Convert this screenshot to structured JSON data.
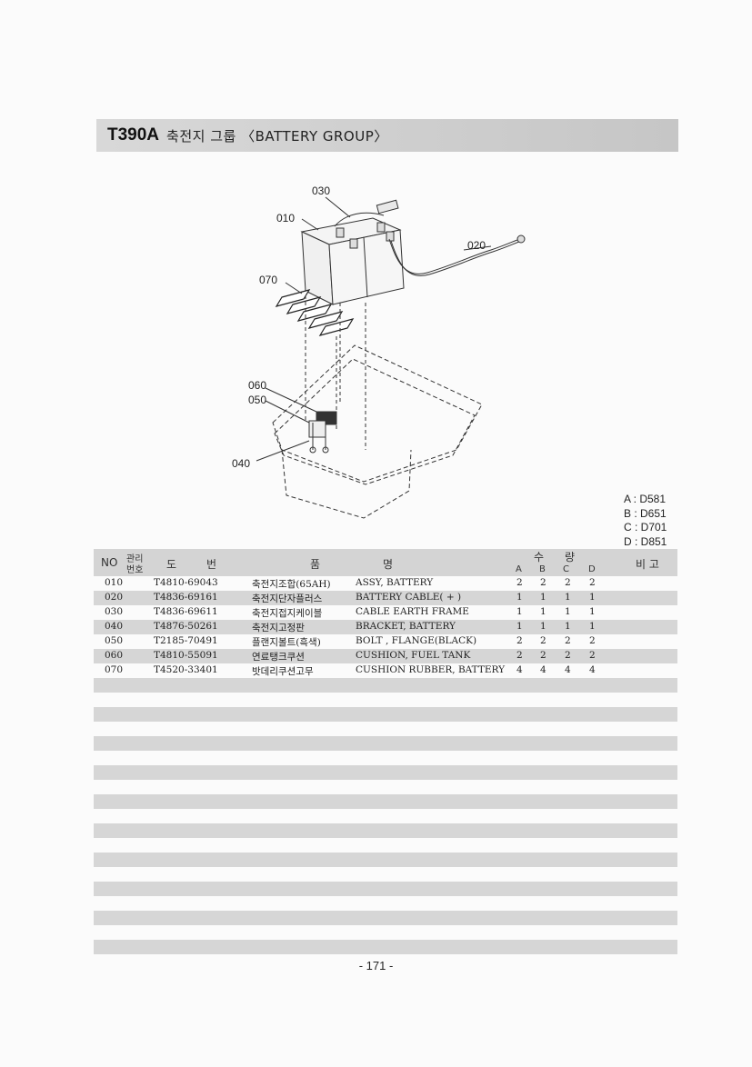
{
  "title": {
    "code": "T390A",
    "text": "축전지 그룹 〈BATTERY GROUP〉"
  },
  "diagram": {
    "callouts": [
      "030",
      "010",
      "020",
      "070",
      "060",
      "050",
      "040"
    ]
  },
  "model_key": [
    "A : D581",
    "B : D651",
    "C : D701",
    "D : D851"
  ],
  "table": {
    "headers": {
      "no": "NO",
      "mgmt_top": "관리",
      "mgmt_bottom": "번호",
      "drawing_a": "도",
      "drawing_b": "번",
      "name_a": "품",
      "name_b": "명",
      "qty_a": "수",
      "qty_b": "량",
      "qty_cols": [
        "A",
        "B",
        "C",
        "D"
      ],
      "remarks": "비 고"
    },
    "rows": [
      {
        "no": "010",
        "part": "T4810-69043",
        "kr": "축전지조합(65AH)",
        "en": "ASSY, BATTERY",
        "a": "2",
        "b": "2",
        "c": "2",
        "d": "2"
      },
      {
        "no": "020",
        "part": "T4836-69161",
        "kr": "축전지단자플러스",
        "en": "BATTERY CABLE( + )",
        "a": "1",
        "b": "1",
        "c": "1",
        "d": "1"
      },
      {
        "no": "030",
        "part": "T4836-69611",
        "kr": "축전지접지케이블",
        "en": "CABLE EARTH FRAME",
        "a": "1",
        "b": "1",
        "c": "1",
        "d": "1"
      },
      {
        "no": "040",
        "part": "T4876-50261",
        "kr": "축전지고정판",
        "en": "BRACKET, BATTERY",
        "a": "1",
        "b": "1",
        "c": "1",
        "d": "1"
      },
      {
        "no": "050",
        "part": "T2185-70491",
        "kr": "플랜지볼트(흑색)",
        "en": "BOLT ,  FLANGE(BLACK)",
        "a": "2",
        "b": "2",
        "c": "2",
        "d": "2"
      },
      {
        "no": "060",
        "part": "T4810-55091",
        "kr": "연료탱크쿠션",
        "en": "CUSHION, FUEL   TANK",
        "a": "2",
        "b": "2",
        "c": "2",
        "d": "2"
      },
      {
        "no": "070",
        "part": "T4520-33401",
        "kr": "밧데리쿠션고무",
        "en": "CUSHION   RUBBER, BATTERY",
        "a": "4",
        "b": "4",
        "c": "4",
        "d": "4"
      }
    ]
  },
  "page_number": "- 171 -"
}
